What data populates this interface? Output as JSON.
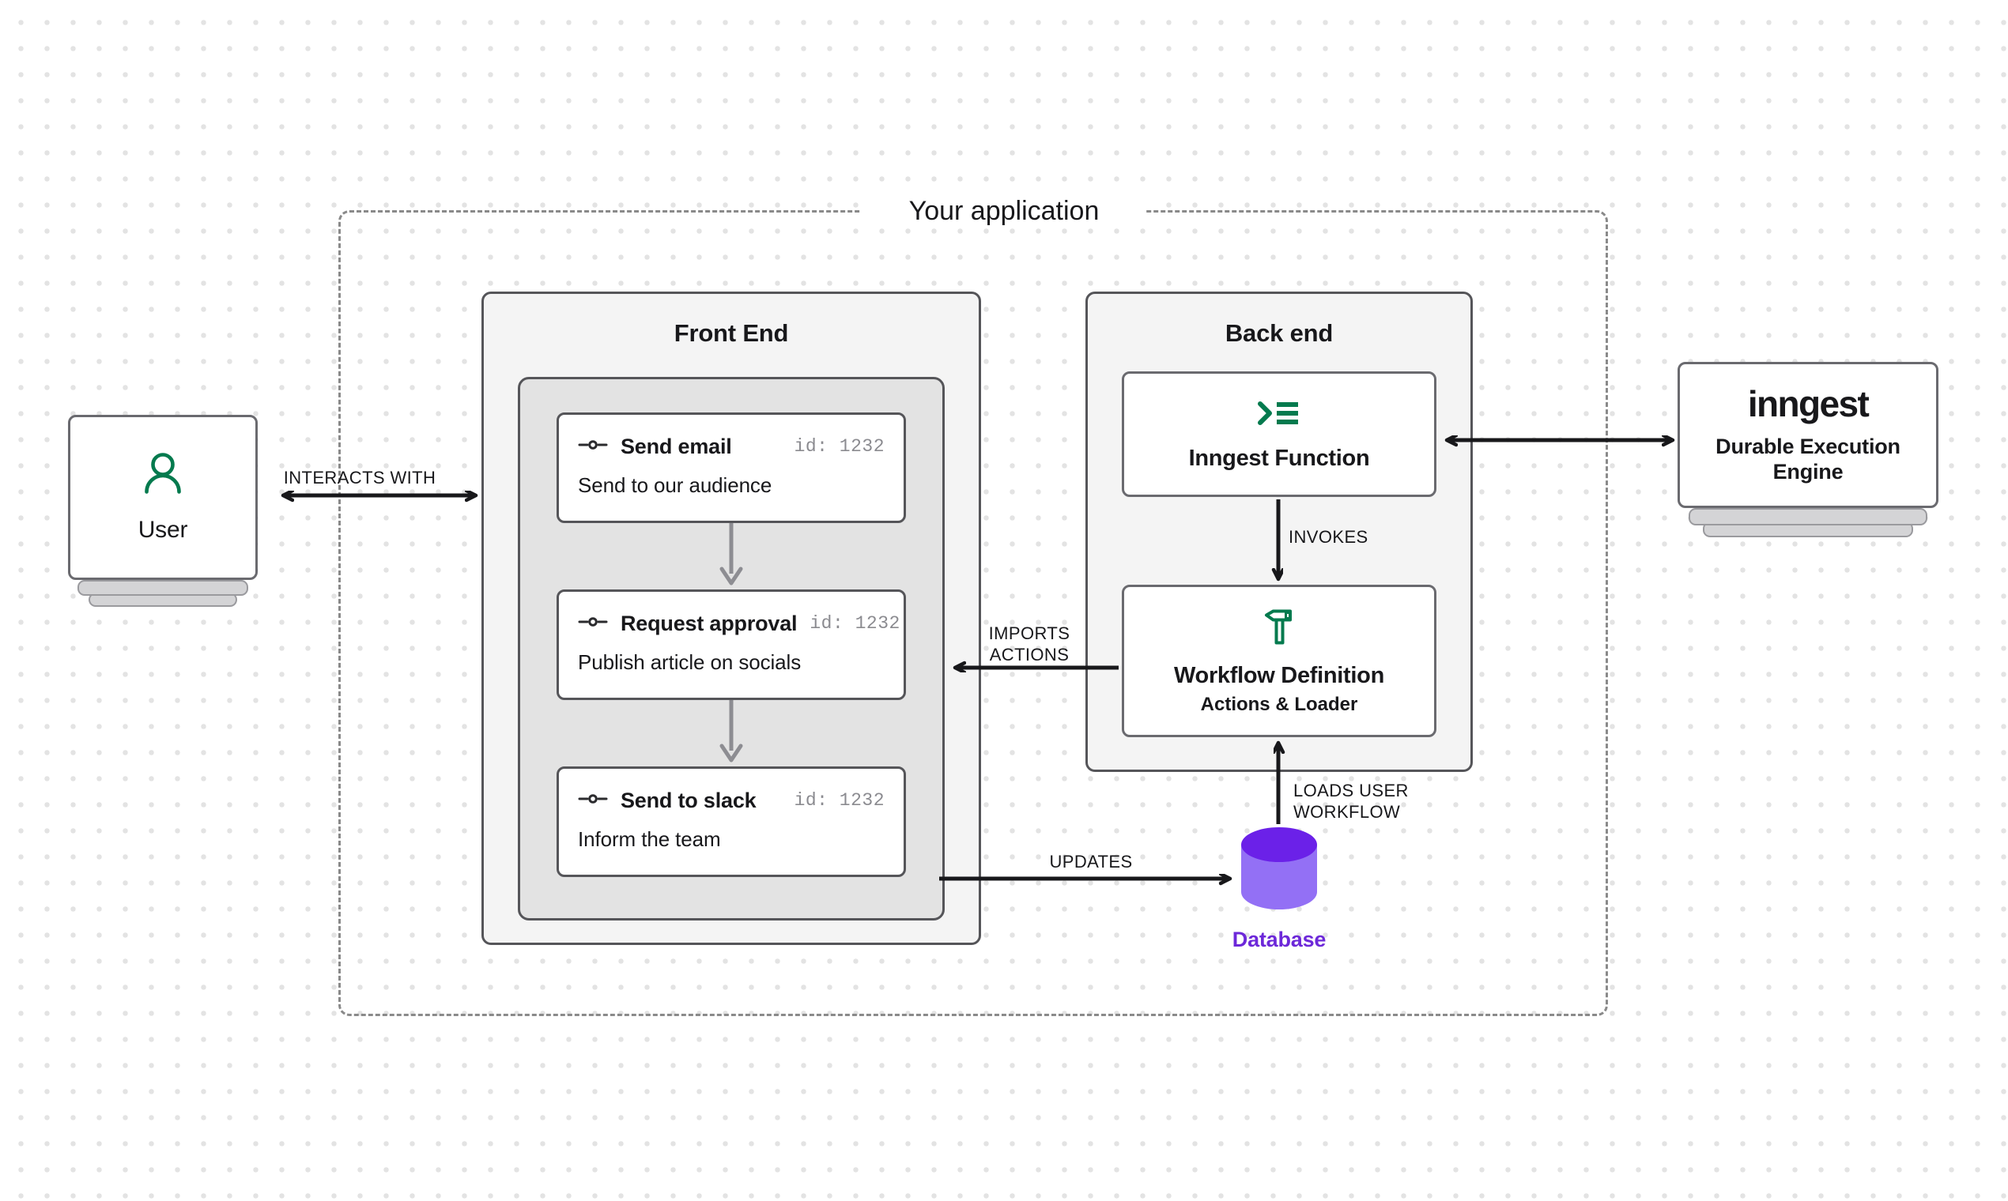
{
  "region": {
    "title": "Your application"
  },
  "actors": {
    "user": {
      "label": "User",
      "icon": "user-icon"
    },
    "inngest": {
      "wordmark": "inngest",
      "subtitle": "Durable Execution\nEngine"
    },
    "database": {
      "label": "Database",
      "icon": "database-cylinder-icon",
      "body_color": "#9370f5",
      "top_color": "#6b21e8",
      "label_color": "#6d28d9"
    }
  },
  "panels": {
    "frontend": {
      "title": "Front End",
      "steps": [
        {
          "icon": "workflow-node-icon",
          "title": "Send email",
          "id_label": "id: 1232",
          "description": "Send to our audience"
        },
        {
          "icon": "workflow-node-icon",
          "title": "Request approval",
          "id_label": "id: 1232",
          "description": "Publish article on socials"
        },
        {
          "icon": "workflow-node-icon",
          "title": "Send to slack",
          "id_label": "id: 1232",
          "description": "Inform the team"
        }
      ]
    },
    "backend": {
      "title": "Back end",
      "cards": [
        {
          "icon": "terminal-function-icon",
          "title": "Inngest Function",
          "subtitle": ""
        },
        {
          "icon": "hammer-tool-icon",
          "title": "Workflow Definition",
          "subtitle": "Actions & Loader"
        }
      ]
    }
  },
  "edges": {
    "interacts_with": "INTERACTS WITH",
    "imports_actions": "IMPORTS\nACTIONS",
    "invokes": "INVOKES",
    "loads_user_workflow": "LOADS USER\nWORKFLOW",
    "updates": "UPDATES"
  },
  "colors": {
    "accent_green": "#047a4e",
    "accent_purple": "#6d28d9",
    "stroke_dark": "#18181b",
    "panel_bg": "#f4f4f4",
    "shell_bg": "#e3e3e3"
  }
}
